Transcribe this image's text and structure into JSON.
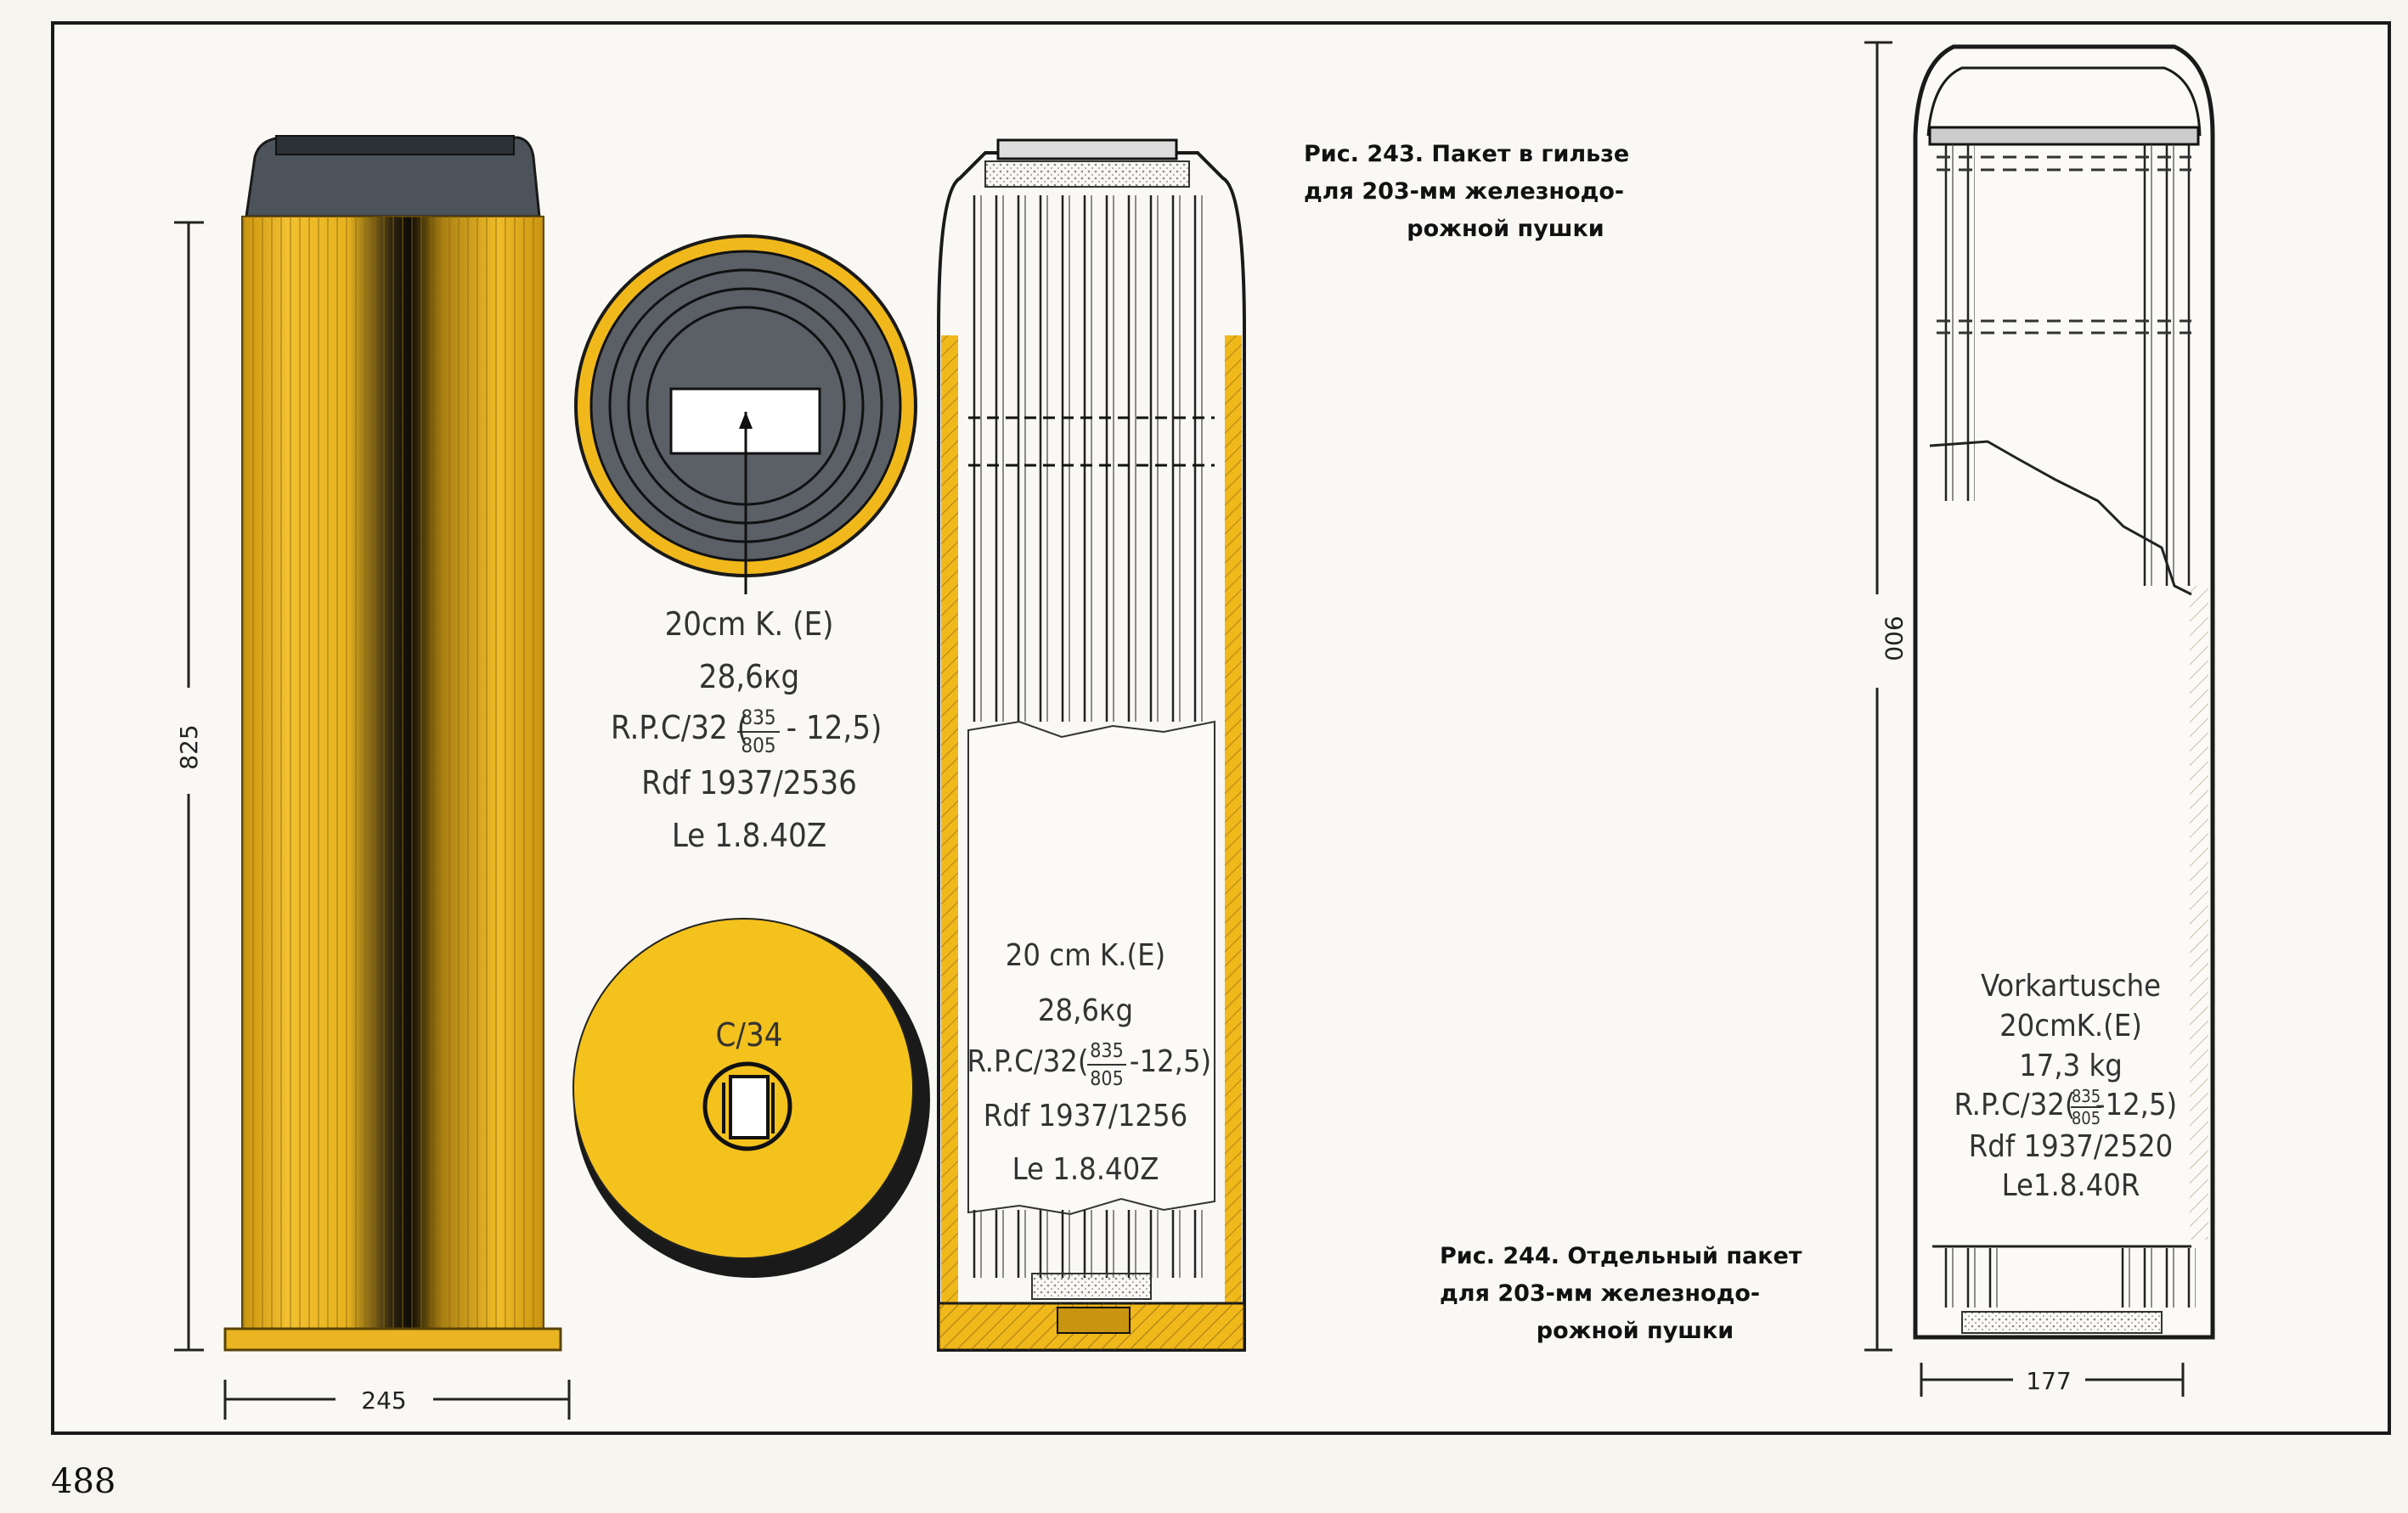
{
  "page": {
    "number": "488"
  },
  "fig243": {
    "caption_lines": [
      "Рис. 243. Пакет в гильзе",
      "для 203-мм железнодо-",
      "рожной пушки"
    ],
    "dim_height": "825",
    "dim_width": "245",
    "base_marking": "C/34",
    "cap_marking": [
      "20cm K. (E)",
      "28,6кg",
      "R.P.C/32 (",
      "835",
      "805",
      "- 12,5)",
      "Rdf 1937/2536",
      "Le 1.8.40Z"
    ],
    "section_marking": [
      "20 cm K.(E)",
      "28,6кg",
      "R.P.C/32(",
      "835",
      "805",
      "-12,5)",
      "Rdf 1937/1256",
      "Le 1.8.40Z"
    ]
  },
  "fig244": {
    "caption_lines": [
      "Рис. 244. Отдельный пакет",
      "для 203-мм железнодо-",
      "рожной пушки"
    ],
    "dim_height": "900",
    "dim_width": "177",
    "marking": [
      "Vorkartusche",
      "20cmK.(E)",
      "17,3 kg",
      "R.P.C/32(",
      "835",
      "805",
      "-12,5)",
      "Rdf 1937/2520",
      "Le1.8.40R"
    ]
  },
  "colors": {
    "brass": "#f0b81a",
    "cap_gray": "#5a6066",
    "ink": "#1a1a1a"
  }
}
